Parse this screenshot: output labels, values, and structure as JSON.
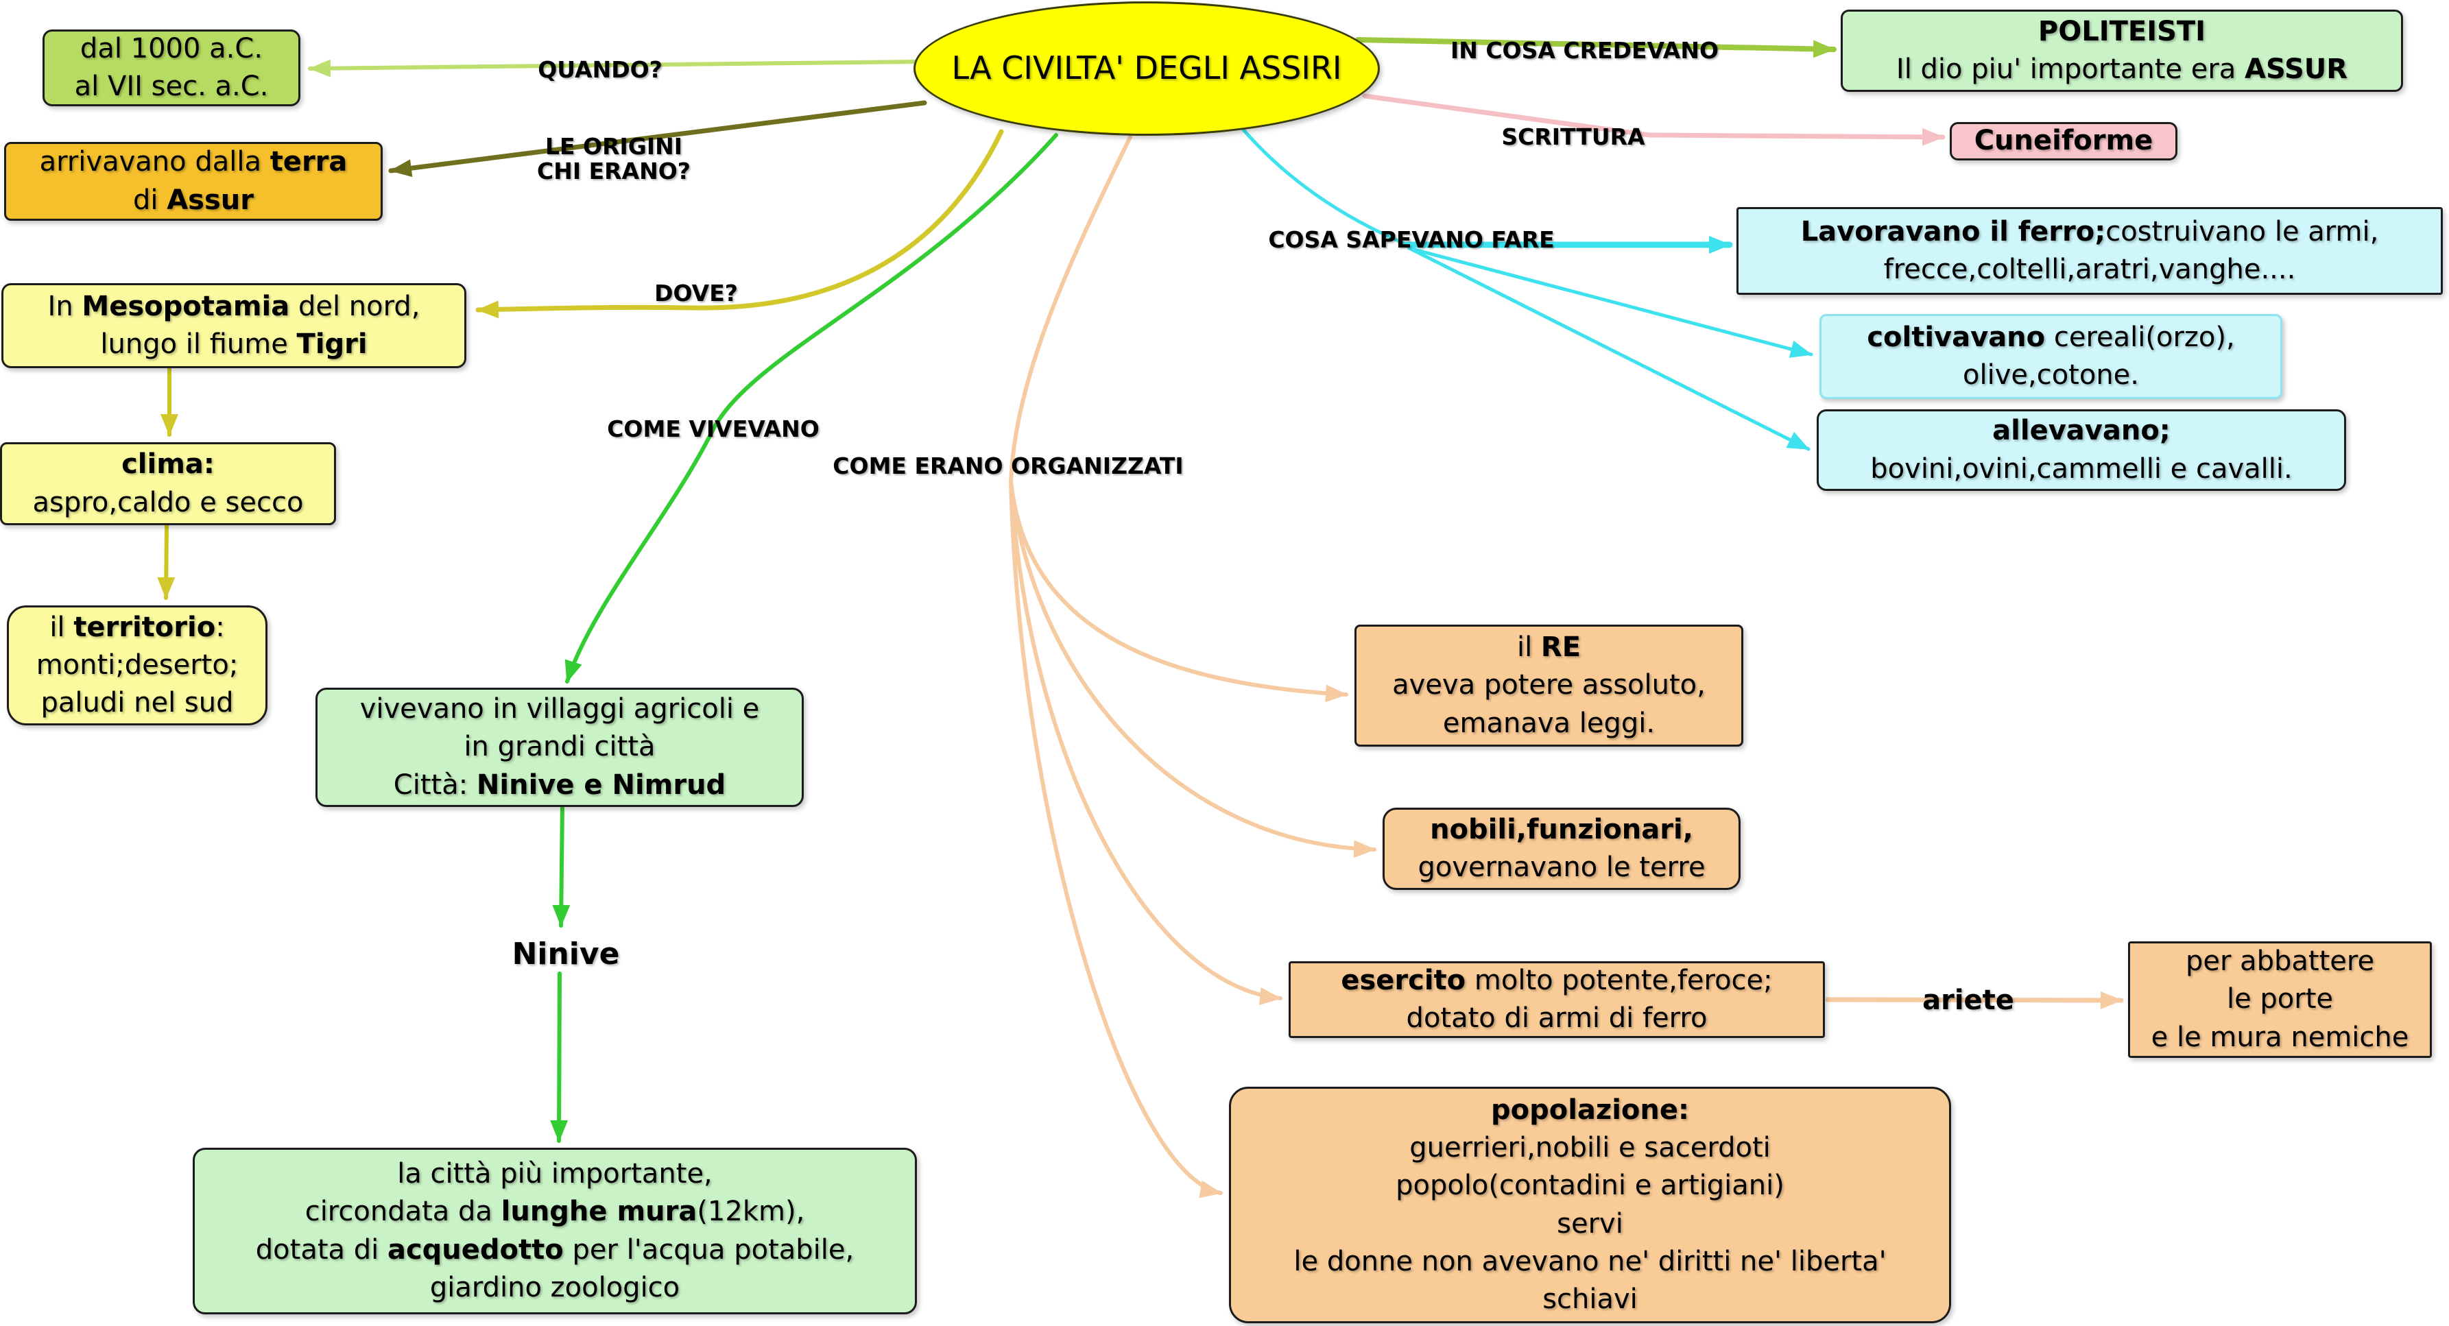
{
  "central": {
    "text": "LA CIVILTA' DEGLI ASSIRI"
  },
  "nodes": {
    "quando": {
      "lines": [
        [
          {
            "t": "dal 1000 a.C."
          }
        ],
        [
          {
            "t": "al VII sec. a.C."
          }
        ]
      ]
    },
    "origini": {
      "lines": [
        [
          {
            "t": "arrivavano dalla "
          },
          {
            "t": "terra",
            "b": true
          }
        ],
        [
          {
            "t": "di "
          },
          {
            "t": "Assur",
            "b": true
          }
        ]
      ]
    },
    "dove": {
      "lines": [
        [
          {
            "t": "In "
          },
          {
            "t": "Mesopotamia",
            "b": true
          },
          {
            "t": " del nord,"
          }
        ],
        [
          {
            "t": "lungo il fiume "
          },
          {
            "t": "Tigri",
            "b": true
          }
        ]
      ]
    },
    "clima": {
      "lines": [
        [
          {
            "t": "clima:",
            "b": true
          }
        ],
        [
          {
            "t": "aspro,caldo e secco"
          }
        ]
      ]
    },
    "territorio": {
      "lines": [
        [
          {
            "t": "il "
          },
          {
            "t": "territorio",
            "b": true
          },
          {
            "t": ":"
          }
        ],
        [
          {
            "t": "monti;deserto;"
          }
        ],
        [
          {
            "t": "paludi nel sud"
          }
        ]
      ]
    },
    "villaggi": {
      "lines": [
        [
          {
            "t": "vivevano in villaggi agricoli e"
          }
        ],
        [
          {
            "t": "in grandi città"
          }
        ],
        [
          {
            "t": "Città: "
          },
          {
            "t": "Ninive e Nimrud",
            "b": true
          }
        ]
      ]
    },
    "citta": {
      "lines": [
        [
          {
            "t": "la città più importante,"
          }
        ],
        [
          {
            "t": "circondata da "
          },
          {
            "t": "lunghe mura",
            "b": true
          },
          {
            "t": "(12km),"
          }
        ],
        [
          {
            "t": "dotata di "
          },
          {
            "t": "acquedotto",
            "b": true
          },
          {
            "t": " per l'acqua potabile,"
          }
        ],
        [
          {
            "t": "giardino zoologico"
          }
        ]
      ]
    },
    "politeisti": {
      "lines": [
        [
          {
            "t": "POLITEISTI",
            "b": true
          }
        ],
        [
          {
            "t": "Il dio piu' importante era "
          },
          {
            "t": "ASSUR",
            "b": true
          }
        ]
      ]
    },
    "cuneiforme": {
      "lines": [
        [
          {
            "t": "Cuneiforme",
            "b": true
          }
        ]
      ]
    },
    "ferro": {
      "lines": [
        [
          {
            "t": "Lavoravano il ferro;",
            "b": true
          },
          {
            "t": "costruivano le armi,"
          }
        ],
        [
          {
            "t": "frecce,coltelli,aratri,vanghe...."
          }
        ]
      ]
    },
    "coltivavano": {
      "lines": [
        [
          {
            "t": "coltivavano",
            "b": true
          },
          {
            "t": " cereali(orzo),"
          }
        ],
        [
          {
            "t": "olive,cotone."
          }
        ]
      ]
    },
    "allevavano": {
      "lines": [
        [
          {
            "t": "allevavano;",
            "b": true
          }
        ],
        [
          {
            "t": "bovini,ovini,cammelli e cavalli."
          }
        ]
      ]
    },
    "re": {
      "lines": [
        [
          {
            "t": "il "
          },
          {
            "t": "RE",
            "b": true
          }
        ],
        [
          {
            "t": "aveva potere assoluto,"
          }
        ],
        [
          {
            "t": "emanava leggi."
          }
        ]
      ]
    },
    "nobili": {
      "lines": [
        [
          {
            "t": "nobili,funzionari,",
            "b": true
          }
        ],
        [
          {
            "t": "governavano le terre"
          }
        ]
      ]
    },
    "esercito": {
      "lines": [
        [
          {
            "t": "esercito",
            "b": true
          },
          {
            "t": " molto potente,feroce;"
          }
        ],
        [
          {
            "t": "dotato di armi di ferro"
          }
        ]
      ]
    },
    "abbattere": {
      "lines": [
        [
          {
            "t": "per abbattere"
          }
        ],
        [
          {
            "t": "le porte"
          }
        ],
        [
          {
            "t": "e le mura nemiche"
          }
        ]
      ]
    },
    "popolazione": {
      "lines": [
        [
          {
            "t": "popolazione:",
            "b": true
          }
        ],
        [
          {
            "t": "guerrieri,nobili e sacerdoti"
          }
        ],
        [
          {
            "t": "popolo(contadini e artigiani)"
          }
        ],
        [
          {
            "t": "servi"
          }
        ],
        [
          {
            "t": "le donne non avevano ne' diritti ne' liberta'"
          }
        ],
        [
          {
            "t": "schiavi"
          }
        ]
      ]
    },
    "ninive": {
      "text": "Ninive"
    },
    "ariete": {
      "text": "ariete"
    }
  },
  "edge_labels": {
    "quando": "QUANDO?",
    "origini_1": "LE ORIGINI",
    "origini_2": "CHI ERANO?",
    "dove": "DOVE?",
    "vivevano": "COME VIVEVANO",
    "organizzati": "COME ERANO ORGANIZZATI",
    "credevano": "IN COSA CREDEVANO",
    "scrittura": "SCRITTURA",
    "sapevano": "COSA SAPEVANO FARE"
  },
  "colors": {
    "central_fill": "#FFFF00",
    "yellowgreen_node": "#B6DB62",
    "amber_node": "#F5C02B",
    "yellow_node": "#FBFA9F",
    "green_node": "#C9F2C6",
    "pink_node": "#F8C6CA",
    "cyan_node": "#CEF6FB",
    "orange_node": "#F9CB96",
    "line_quando": "#BCDF6E",
    "line_origini": "#6F6F1D",
    "line_dove": "#D3C82B",
    "line_vivevano": "#33CC33",
    "line_organizzati": "#F6CBA2",
    "line_credevano": "#9DC93E",
    "line_scrittura": "#F5BFC4",
    "line_sapevano": "#3EE1EE"
  }
}
